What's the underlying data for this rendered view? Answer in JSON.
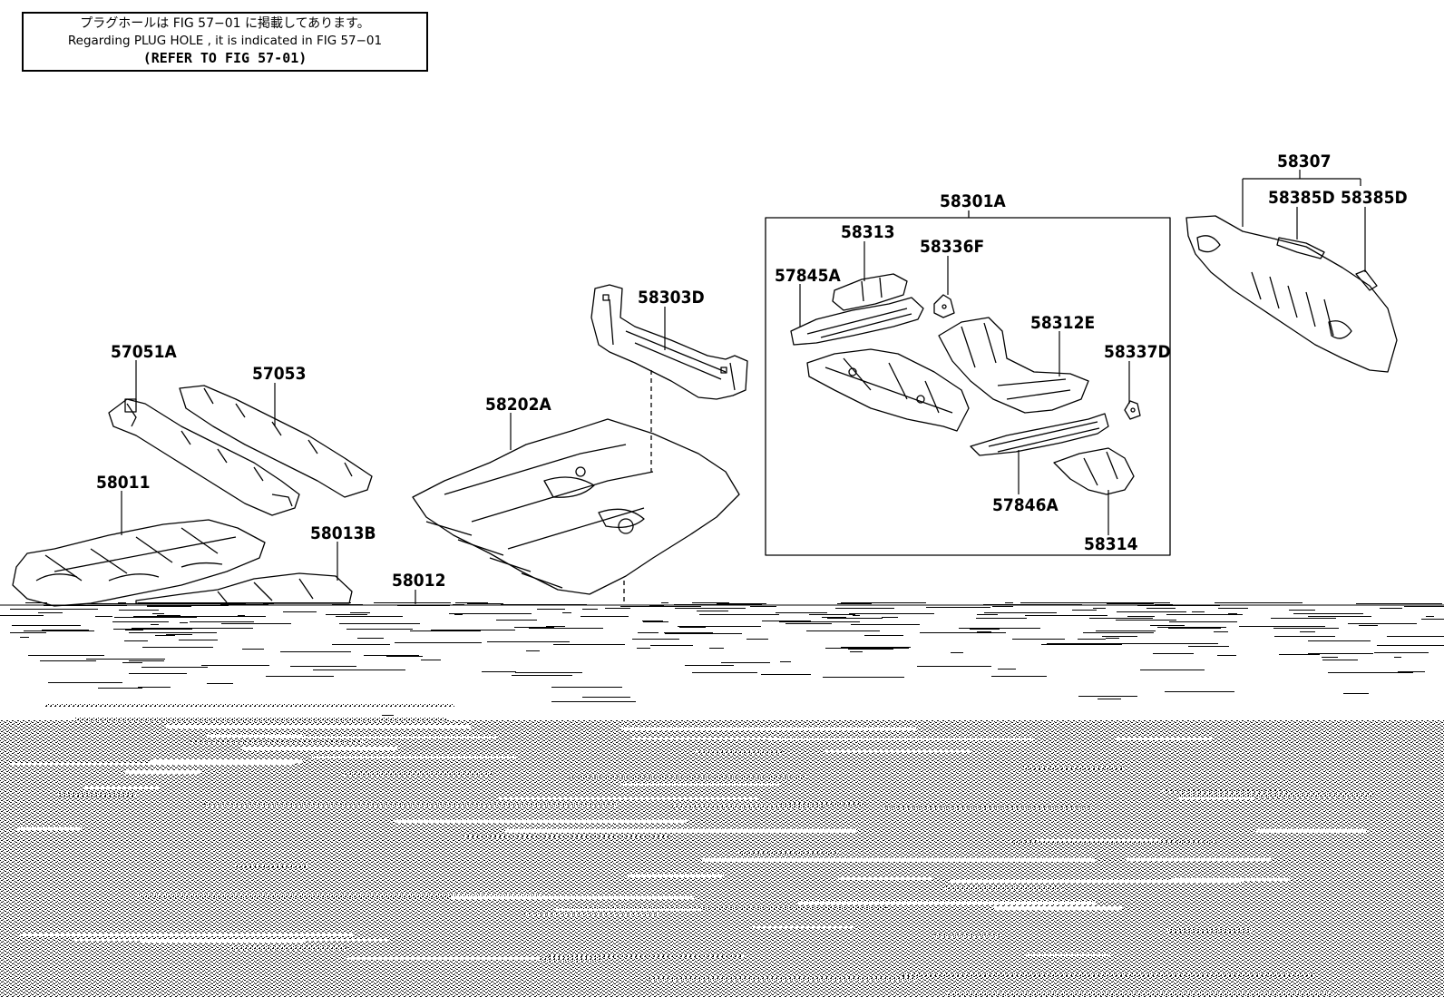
{
  "note": {
    "line_jp": "プラグホールは FIG  57−01 に掲載してあります。",
    "line_en": "Regarding  PLUG  HOLE , it is indicated in  FIG  57−01",
    "line_ref": "(REFER TO FIG 57-01)"
  },
  "parts": {
    "p57051A": "57051A",
    "p57053": "57053",
    "p58011": "58011",
    "p58013B": "58013B",
    "p58012": "58012",
    "p58202A": "58202A",
    "p58303D": "58303D",
    "p58301A": "58301A",
    "p58313": "58313",
    "p58336F": "58336F",
    "p57845A": "57845A",
    "p58312E": "58312E",
    "p58337D": "58337D",
    "p57846A": "57846A",
    "p58314": "58314",
    "p58307": "58307",
    "p58385D_a": "58385D",
    "p58385D_b": "58385D"
  }
}
